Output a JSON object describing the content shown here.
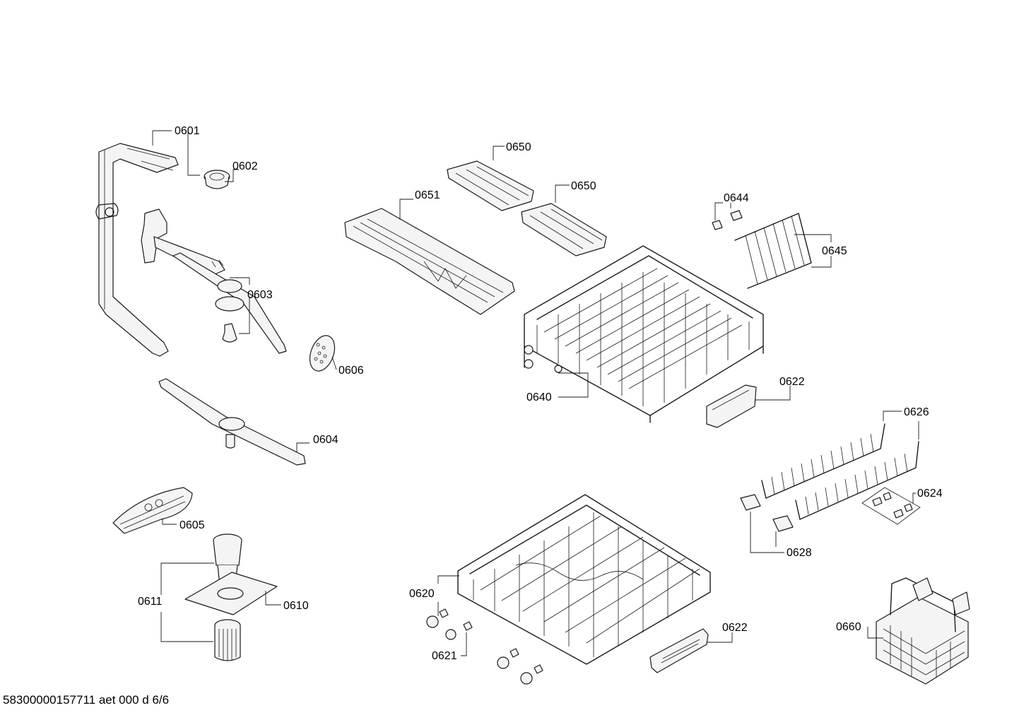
{
  "callouts": {
    "p0601": "0601",
    "p0602": "0602",
    "p0603": "0603",
    "p0604": "0604",
    "p0605": "0605",
    "p0606": "0606",
    "p0610": "0610",
    "p0611": "0611",
    "p0620": "0620",
    "p0621": "0621",
    "p0622a": "0622",
    "p0622b": "0622",
    "p0624": "0624",
    "p0626": "0626",
    "p0628": "0628",
    "p0640": "0640",
    "p0644": "0644",
    "p0645": "0645",
    "p0650a": "0650",
    "p0650b": "0650",
    "p0651": "0651",
    "p0660": "0660"
  },
  "footer": "58300000157711 aet 000 d 6/6"
}
